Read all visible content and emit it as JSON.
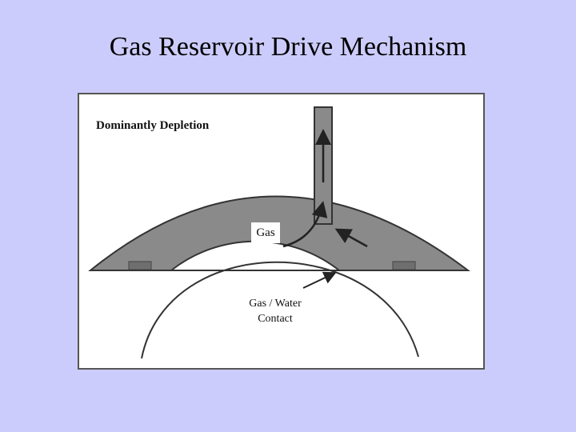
{
  "title": "Gas Reservoir Drive Mechanism",
  "diagram": {
    "mechanism_label": "Dominantly Depletion",
    "gas_label": "Gas",
    "contact_label": "Gas / Water Contact"
  },
  "colors": {
    "background": "#ccccfc",
    "reservoir_fill": "#8a8a8a",
    "outline": "#333333",
    "panel": "#ffffff"
  }
}
